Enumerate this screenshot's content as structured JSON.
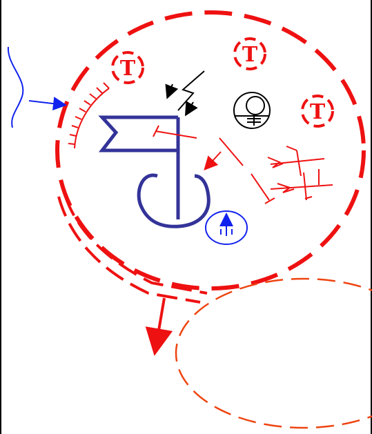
{
  "diagram": {
    "markers": [
      {
        "label": "T",
        "kind": "t-marker-circled"
      },
      {
        "label": "T",
        "kind": "t-marker-circled"
      },
      {
        "label": "T",
        "kind": "t-marker-circled"
      }
    ],
    "colors": {
      "main_red": "#ee1111",
      "dashed_orange": "#ee4411",
      "navy": "#333399",
      "blue": "#1122ee",
      "black": "#000000"
    },
    "icons": [
      "wavy-boundary-icon",
      "lightning-icon",
      "circled-symbol-icon",
      "flag-icon",
      "horseshoe-icon",
      "upward-arrow-circle-icon",
      "barbed-obstacle-icon"
    ]
  }
}
